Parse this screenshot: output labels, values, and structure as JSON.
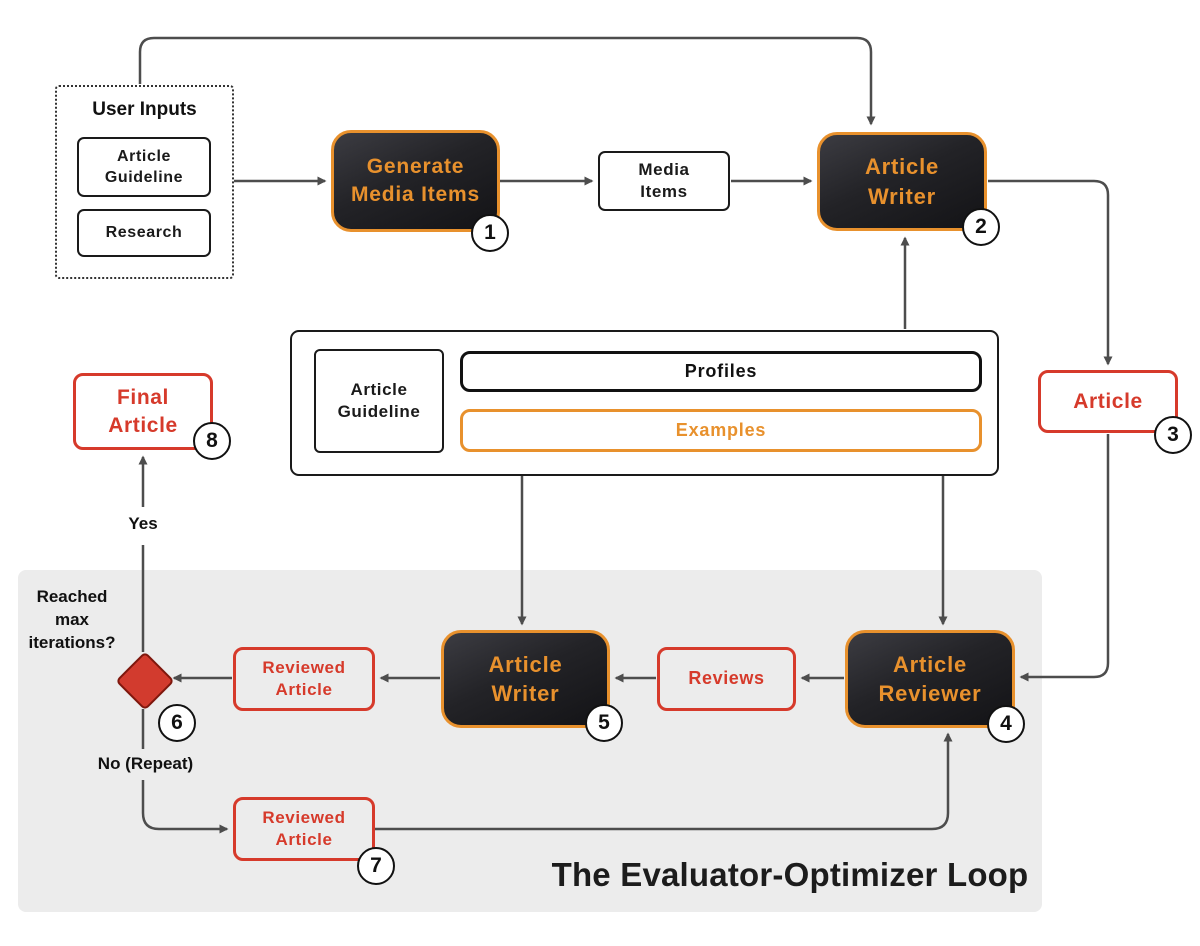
{
  "colors": {
    "orange": "#E8912D",
    "red": "#D63A2B",
    "dark_box_gradient_top": "#3C3C42",
    "dark_box_gradient_bottom": "#131316",
    "panel_gray": "#ECECEC",
    "line": "#4D4D4D",
    "diamond_fill": "#D23B2E"
  },
  "user_inputs": {
    "title": "User Inputs",
    "article_guideline": "Article\nGuideline",
    "research": "Research"
  },
  "top_flow": {
    "generate_media_items": {
      "label": "Generate\nMedia Items",
      "badge": "1"
    },
    "media_items": {
      "label": "Media\nItems"
    },
    "article_writer": {
      "label": "Article\nWriter",
      "badge": "2"
    },
    "article": {
      "label": "Article",
      "badge": "3"
    }
  },
  "context": {
    "article_guideline": "Article\nGuideline",
    "profiles": "Profiles",
    "examples": "Examples"
  },
  "loop": {
    "title": "The Evaluator-Optimizer Loop",
    "article_reviewer": {
      "label": "Article\nReviewer",
      "badge": "4"
    },
    "reviews": {
      "label": "Reviews"
    },
    "article_writer": {
      "label": "Article\nWriter",
      "badge": "5"
    },
    "reviewed_article": {
      "label": "Reviewed\nArticle"
    },
    "decision": {
      "label": "Reached\nmax\niterations?",
      "badge": "6",
      "yes": "Yes",
      "no": "No (Repeat)"
    },
    "reviewed_article_repeat": {
      "label": "Reviewed\nArticle",
      "badge": "7"
    }
  },
  "final_article": {
    "label": "Final\nArticle",
    "badge": "8"
  }
}
